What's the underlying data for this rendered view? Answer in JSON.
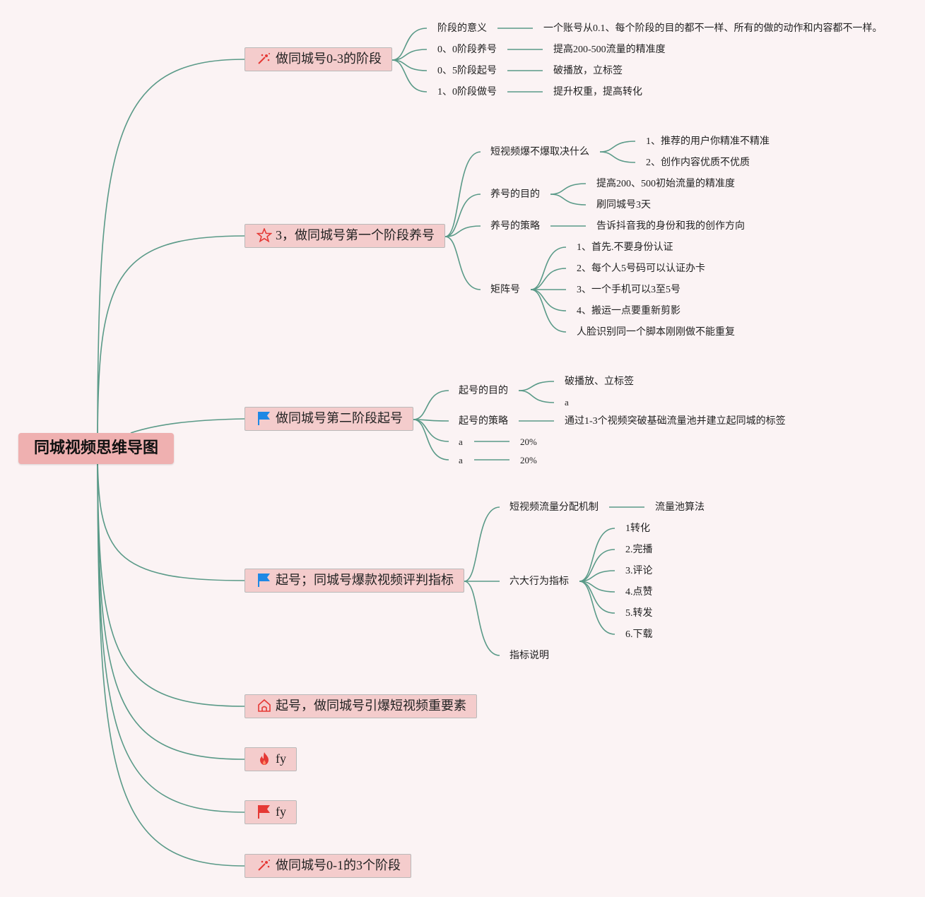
{
  "root": {
    "label": "同城视频思维导图"
  },
  "branches": [
    {
      "label": "做同城号0-3的阶段",
      "icon": "sparkle-icon",
      "children": [
        {
          "label": "阶段的意义",
          "children": [
            {
              "label": "一个账号从0.1、每个阶段的目的都不一样、所有的做的动作和内容都不一样。"
            }
          ]
        },
        {
          "label": "0、0阶段养号",
          "children": [
            {
              "label": "提高200-500流量的精准度"
            }
          ]
        },
        {
          "label": "0、5阶段起号",
          "children": [
            {
              "label": "破播放，立标签"
            }
          ]
        },
        {
          "label": "1、0阶段做号",
          "children": [
            {
              "label": "提升权重，提高转化"
            }
          ]
        }
      ]
    },
    {
      "label": "3，做同城号第一个阶段养号",
      "icon": "star-icon",
      "children": [
        {
          "label": "短视频爆不爆取决什么",
          "children": [
            {
              "label": "1、推荐的用户你精准不精准"
            },
            {
              "label": "2、创作内容优质不优质"
            }
          ]
        },
        {
          "label": "养号的目的",
          "children": [
            {
              "label": "提高200、500初始流量的精准度"
            },
            {
              "label": "刷同城号3天"
            }
          ]
        },
        {
          "label": "养号的策略",
          "children": [
            {
              "label": "告诉抖音我的身份和我的创作方向"
            }
          ]
        },
        {
          "label": "矩阵号",
          "children": [
            {
              "label": "1、首先.不要身份认证"
            },
            {
              "label": "2、每个人5号码可以认证办卡"
            },
            {
              "label": "3、一个手机可以3至5号"
            },
            {
              "label": "4、搬运一点要重新剪影"
            },
            {
              "label": "人脸识别同一个脚本刚刚做不能重复"
            }
          ]
        }
      ]
    },
    {
      "label": "做同城号第二阶段起号",
      "icon": "flag-blue-icon",
      "children": [
        {
          "label": "起号的目的",
          "children": [
            {
              "label": "破播放、立标签"
            },
            {
              "label": "a"
            }
          ]
        },
        {
          "label": "起号的策略",
          "children": [
            {
              "label": "通过1-3个视频突破基础流量池并建立起同城的标签"
            }
          ]
        },
        {
          "label": "a",
          "children": [
            {
              "label": "20%"
            }
          ]
        },
        {
          "label": "a",
          "children": [
            {
              "label": "20%"
            }
          ]
        }
      ]
    },
    {
      "label": "起号；同城号爆款视频评判指标",
      "icon": "flag-blue-icon",
      "children": [
        {
          "label": "短视频流量分配机制",
          "children": [
            {
              "label": "流量池算法"
            }
          ]
        },
        {
          "label": "六大行为指标",
          "children": [
            {
              "label": "1转化"
            },
            {
              "label": "2.完播"
            },
            {
              "label": "3.评论"
            },
            {
              "label": "4.点赞"
            },
            {
              "label": "5.转发"
            },
            {
              "label": "6.下载"
            }
          ]
        },
        {
          "label": "指标说明",
          "children": []
        }
      ]
    },
    {
      "label": "起号，做同城号引爆短视频重要素",
      "icon": "home-icon",
      "children": []
    },
    {
      "label": "fy",
      "icon": "fire-icon",
      "children": []
    },
    {
      "label": "fy",
      "icon": "flag-red-icon",
      "children": []
    },
    {
      "label": "做同城号0-1的3个阶段",
      "icon": "sparkle-icon",
      "children": []
    }
  ],
  "colors": {
    "background": "#fbf3f4",
    "root_fill": "#efb0b0",
    "node_fill": "#f4cccc",
    "line": "#5a9a88"
  }
}
